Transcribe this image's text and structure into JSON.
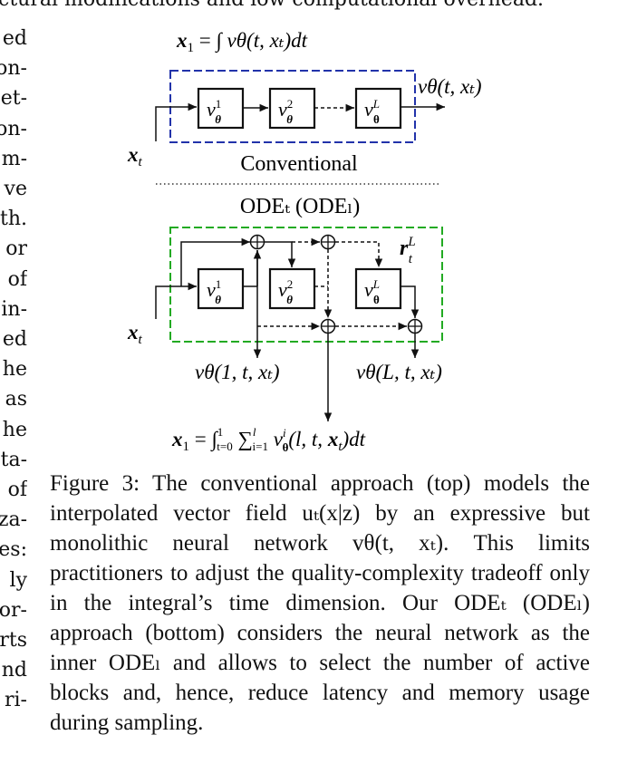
{
  "top_clipped_text": "ctural modifications and low computational overhead.",
  "left_column_fragments": [
    "ed",
    "on-",
    "et-",
    "on-",
    "m-",
    "ve",
    "th.",
    "or",
    "of",
    "in-",
    "ed",
    "he",
    "as",
    "he",
    "ta-",
    "of",
    "za-",
    "es:",
    "ly",
    "or-",
    "rts",
    "nd",
    "ri-"
  ],
  "figure": {
    "top_formula_lhs": "x",
    "top_formula_rest": " = ∫",
    "top_formula_integrand": " vθ(t, xₜ)dt",
    "int_lower": "t=0",
    "int_upper": "1",
    "block_base": "v",
    "block_sub": "θ",
    "block_sups": [
      "1",
      "2",
      "L"
    ],
    "output_label": "vθ(t, xₜ)",
    "input_label": "x",
    "input_sub": "t",
    "conventional_label": "Conventional",
    "ode_label": "ODEₜ (ODEₗ)",
    "residual_label": "r",
    "residual_sup": "L",
    "residual_sub": "t",
    "out1_label": "vθ(1, t, xₜ)",
    "outL_label": "vθ(L, t, xₜ)",
    "bottom_formula": "x₁ = ∫ ∑ vᶦθ(l, t, xₜ)dt",
    "sum_lower": "i=1",
    "sum_upper": "l"
  },
  "caption": "Figure 3: The conventional approach (top) models the interpolated vector field uₜ(x|z) by an expressive but monolithic neural network vθ(t, xₜ). This limits practitioners to adjust the quality-complexity tradeoff only in the integral’s time dimension. Our ODEₜ (ODEₗ) approach (bottom) considers the neural network as the inner ODEₗ and allows to select the number of active blocks and, hence, reduce latency and memory usage during sampling.",
  "colors": {
    "conventional_box": "#2233aa",
    "ode_box": "#22aa22",
    "ink": "#111111"
  }
}
